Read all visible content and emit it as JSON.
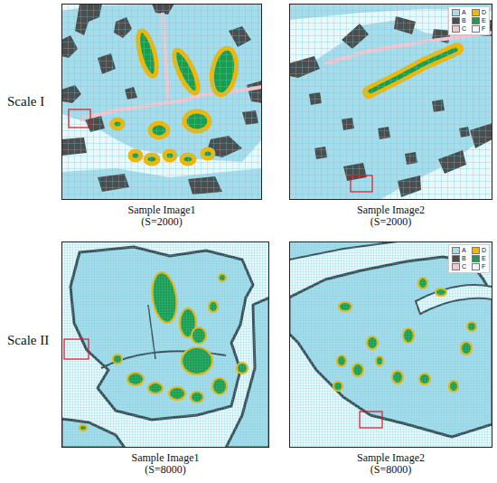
{
  "diagram": {
    "nodes": [
      {
        "text": [
          "Sample Image1",
          "(S=2000)"
        ]
      },
      {
        "text": [
          "Sample Image2",
          "(S=2000)"
        ]
      },
      {
        "text": [
          "Sample Image1",
          "(S=8000)"
        ]
      },
      {
        "text": [
          "Sample Image2",
          "(S=8000)"
        ]
      }
    ],
    "labels": [
      "Scale I",
      "Scale II"
    ],
    "legend": [
      {
        "text": "A",
        "color": "#a9dcea"
      },
      {
        "text": "D",
        "color": "#f2b705"
      },
      {
        "text": "B",
        "color": "#4d4d4d"
      },
      {
        "text": "E",
        "color": "#1b9e4b"
      },
      {
        "text": "C",
        "color": "#f4c6cf"
      },
      {
        "text": "F",
        "color": "#e9f8fb"
      },
      {
        "text": "A",
        "color": "#a9dcea"
      },
      {
        "text": "D",
        "color": "#f2b705"
      },
      {
        "text": "B",
        "color": "#4d4d4d"
      },
      {
        "text": "E",
        "color": "#1b9e4b"
      },
      {
        "text": "C",
        "color": "#f4c6cf"
      },
      {
        "text": "F",
        "color": "#e9f8fb"
      }
    ]
  }
}
